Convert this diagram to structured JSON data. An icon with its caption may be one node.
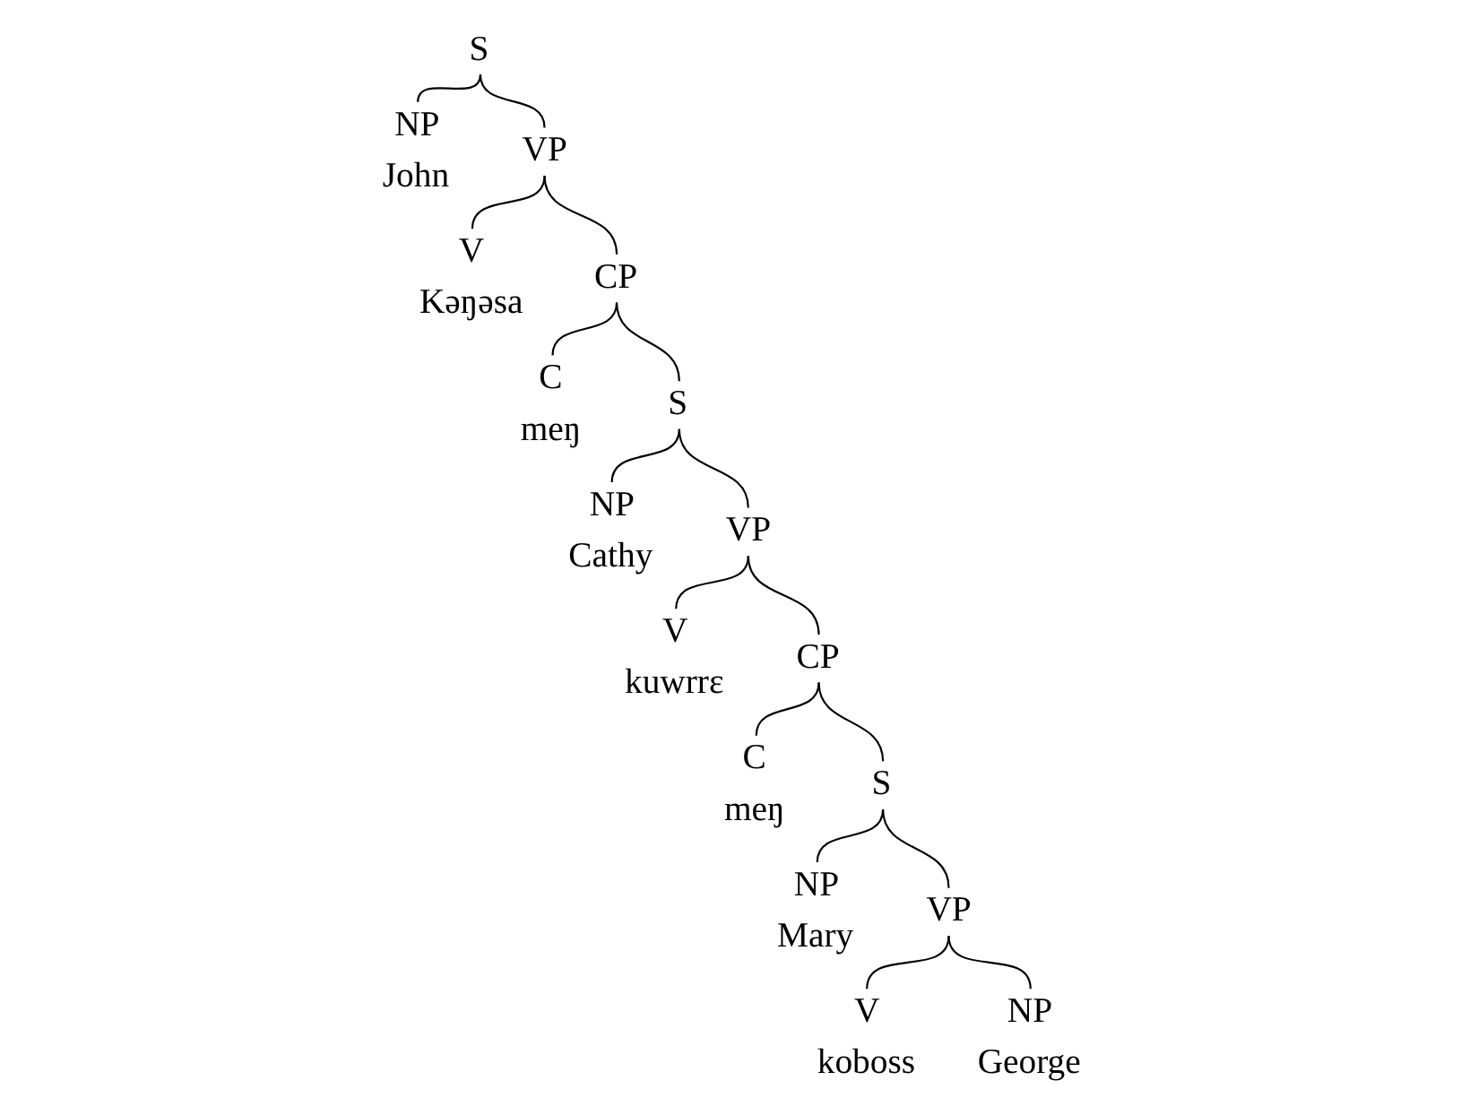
{
  "diagram": {
    "nodes": [
      {
        "text": [
          "S"
        ]
      },
      {
        "text": [
          "NP"
        ],
        "beside": [
          "John"
        ]
      },
      {
        "text": [
          "VP"
        ]
      },
      {
        "text": [
          "V"
        ],
        "beside": [
          "Kəŋəsa"
        ]
      },
      {
        "text": [
          "CP"
        ]
      },
      {
        "text": [
          "C"
        ],
        "beside": [
          "meŋ"
        ]
      },
      {
        "text": [
          "S"
        ]
      },
      {
        "text": [
          "NP"
        ],
        "beside": [
          "Cathy"
        ]
      },
      {
        "text": [
          "VP"
        ]
      },
      {
        "text": [
          "V"
        ],
        "beside": [
          "kuwrrɛ"
        ]
      },
      {
        "text": [
          "CP"
        ]
      },
      {
        "text": [
          "C"
        ],
        "beside": [
          "meŋ"
        ]
      },
      {
        "text": [
          "S"
        ]
      },
      {
        "text": [
          "NP"
        ],
        "beside": [
          "Mary"
        ]
      },
      {
        "text": [
          "VP"
        ]
      },
      {
        "text": [
          "V"
        ],
        "beside": [
          "koboss"
        ]
      },
      {
        "text": [
          "NP"
        ],
        "beside": [
          "George"
        ]
      }
    ],
    "edges": [
      {
        "from": 0,
        "to": 1,
        "arrow": "none"
      },
      {
        "from": 0,
        "to": 2,
        "arrow": "none"
      },
      {
        "from": 2,
        "to": 3,
        "arrow": "none"
      },
      {
        "from": 2,
        "to": 4,
        "arrow": "none"
      },
      {
        "from": 4,
        "to": 5,
        "arrow": "none"
      },
      {
        "from": 4,
        "to": 6,
        "arrow": "none"
      },
      {
        "from": 6,
        "to": 7,
        "arrow": "none"
      },
      {
        "from": 6,
        "to": 8,
        "arrow": "none"
      },
      {
        "from": 8,
        "to": 9,
        "arrow": "none"
      },
      {
        "from": 8,
        "to": 10,
        "arrow": "none"
      },
      {
        "from": 10,
        "to": 11,
        "arrow": "none"
      },
      {
        "from": 10,
        "to": 12,
        "arrow": "none"
      },
      {
        "from": 12,
        "to": 13,
        "arrow": "none"
      },
      {
        "from": 12,
        "to": 14,
        "arrow": "none"
      },
      {
        "from": 14,
        "to": 15,
        "arrow": "none"
      },
      {
        "from": 14,
        "to": 16,
        "arrow": "none"
      }
    ]
  }
}
